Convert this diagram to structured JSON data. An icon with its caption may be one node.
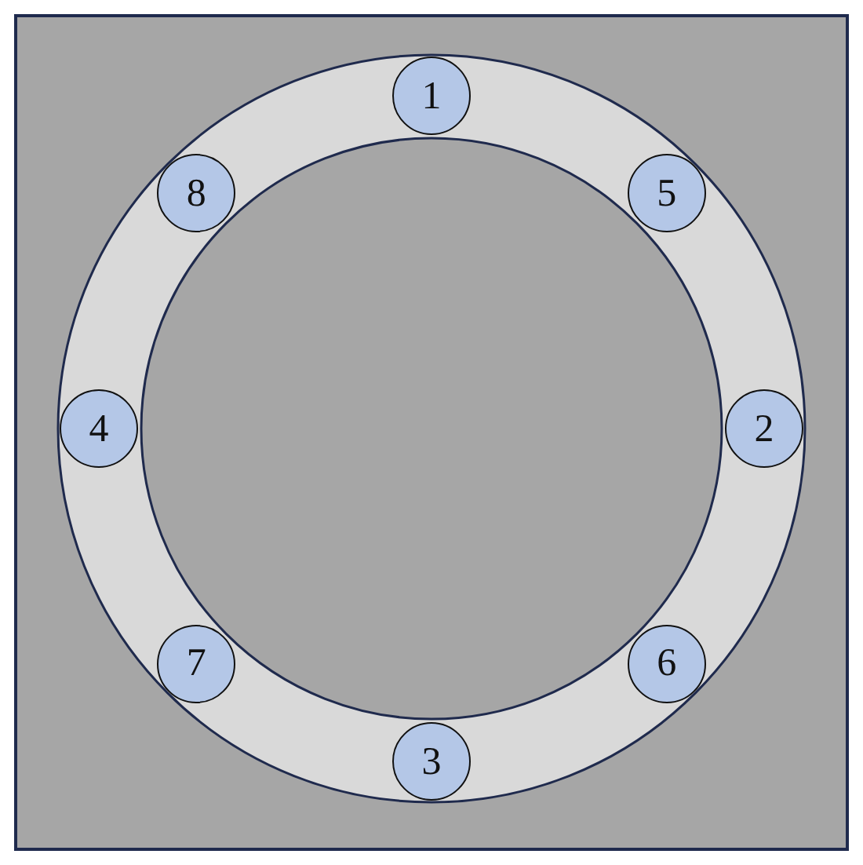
{
  "diagram": {
    "nodes": [
      {
        "text": [
          "1"
        ]
      },
      {
        "text": [
          "8"
        ]
      },
      {
        "text": [
          "5"
        ]
      },
      {
        "text": [
          "4"
        ]
      },
      {
        "text": [
          "2"
        ]
      },
      {
        "text": [
          "7"
        ]
      },
      {
        "text": [
          "6"
        ]
      },
      {
        "text": [
          "3"
        ]
      }
    ]
  }
}
